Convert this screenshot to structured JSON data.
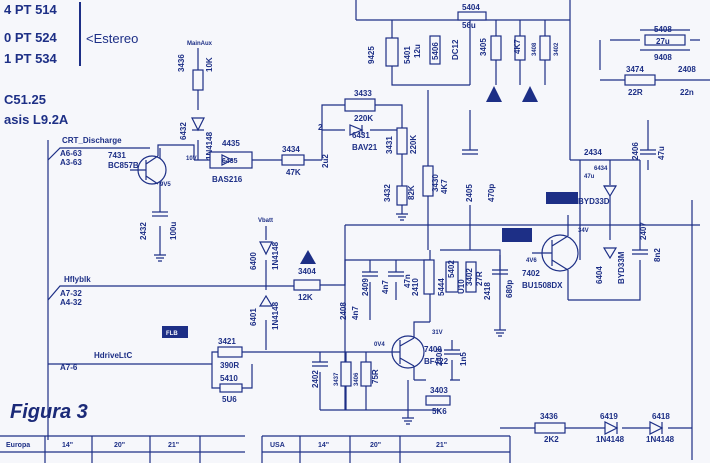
{
  "header": {
    "models": [
      "4 PT 514",
      "0 PT 524",
      "1 PT 534"
    ],
    "stereo_note": "<Estereo",
    "chassis_a": "C51.25",
    "chassis_b": "asis L9.2A"
  },
  "figure_label": "Figura 3",
  "signals": {
    "crt_discharge": "CRT_Discharge",
    "a6": "A6-63",
    "a3": "A3-63",
    "hflyblk": "Hflyblk",
    "a7": "A7-32",
    "a4": "A4-32",
    "hdrive": "HdriveLtC",
    "a76": "A7-6",
    "mainaux": "MainAux",
    "vbatt": "Vbatt"
  },
  "components": {
    "r3436": [
      "3436",
      "10K"
    ],
    "d6432": [
      "6432",
      "1N4148"
    ],
    "q7431": [
      "7431",
      "BC857B"
    ],
    "v9v5": "9V5",
    "v10": "10V",
    "c2432": [
      "2432",
      "100u"
    ],
    "d4435": "4435",
    "d6435": [
      "6435",
      "BAS216"
    ],
    "r3434": [
      "3434",
      "47K"
    ],
    "r3433": [
      "3433",
      "220K"
    ],
    "d6431": [
      "6431",
      "BAV21"
    ],
    "c2431": [
      "2",
      "2u2"
    ],
    "r3431": [
      "3431",
      "220K"
    ],
    "r3432": [
      "3432",
      "82K"
    ],
    "r3430": [
      "3430",
      "4K7"
    ],
    "r3425": [
      "9425",
      "5401",
      "12u"
    ],
    "c5406": [
      "5406",
      "DC12"
    ],
    "r5404": [
      "5404",
      "56u"
    ],
    "r3405": "3405",
    "r3404b": "4K7",
    "r3408": "3408",
    "r3402": "3402",
    "c2405": [
      "2405",
      "470p"
    ],
    "c2434": "2434",
    "d6434": [
      "6434",
      "47u"
    ],
    "d6433": "BYD33D",
    "q7402": [
      "7402",
      "BU1508DX"
    ],
    "v4v6": "4V6",
    "v34": "34V",
    "d6404": [
      "6404",
      "BYD33M"
    ],
    "c2407": [
      "2407",
      "8n2"
    ],
    "l5408": [
      "5408",
      "27u",
      "9408"
    ],
    "r3474": [
      "3474",
      "22R"
    ],
    "c2408": [
      "2408",
      "22n"
    ],
    "c2406": [
      "2406",
      "47u"
    ],
    "d6400": [
      "6400",
      "1N4148"
    ],
    "r3404": [
      "3404",
      "12K"
    ],
    "d6401": [
      "6401",
      "1N4148"
    ],
    "c2408b": [
      "2408",
      "4n7"
    ],
    "c2409": [
      "2409",
      "4n7"
    ],
    "c2410": [
      "47n",
      "2410"
    ],
    "c2404": "47n",
    "l5444": "5444",
    "t5402": [
      "5402",
      "U10"
    ],
    "r3402b": [
      "3402",
      "27R"
    ],
    "c2418": [
      "2418",
      "680p"
    ],
    "r3421": [
      "3421",
      "390R"
    ],
    "l5410": [
      "5410",
      "5U6"
    ],
    "q7400": [
      "7400",
      "BF422"
    ],
    "v31": "31V",
    "v0v4": "0V4",
    "c2402": "2402",
    "r3437": [
      "3437",
      "3406"
    ],
    "r75": "75R",
    "c2403": [
      "2403",
      "1n5"
    ],
    "r3403": [
      "3403",
      "5K6"
    ],
    "r3436b": [
      "3436",
      "2K2"
    ],
    "d6419": [
      "6419",
      "1N4148"
    ],
    "d6418": [
      "6418",
      "1N4148"
    ],
    "flag": "FLB"
  },
  "table": {
    "europe": "Europa",
    "usa": "USA",
    "sizes": [
      "14\"",
      "20\"",
      "21\""
    ]
  }
}
